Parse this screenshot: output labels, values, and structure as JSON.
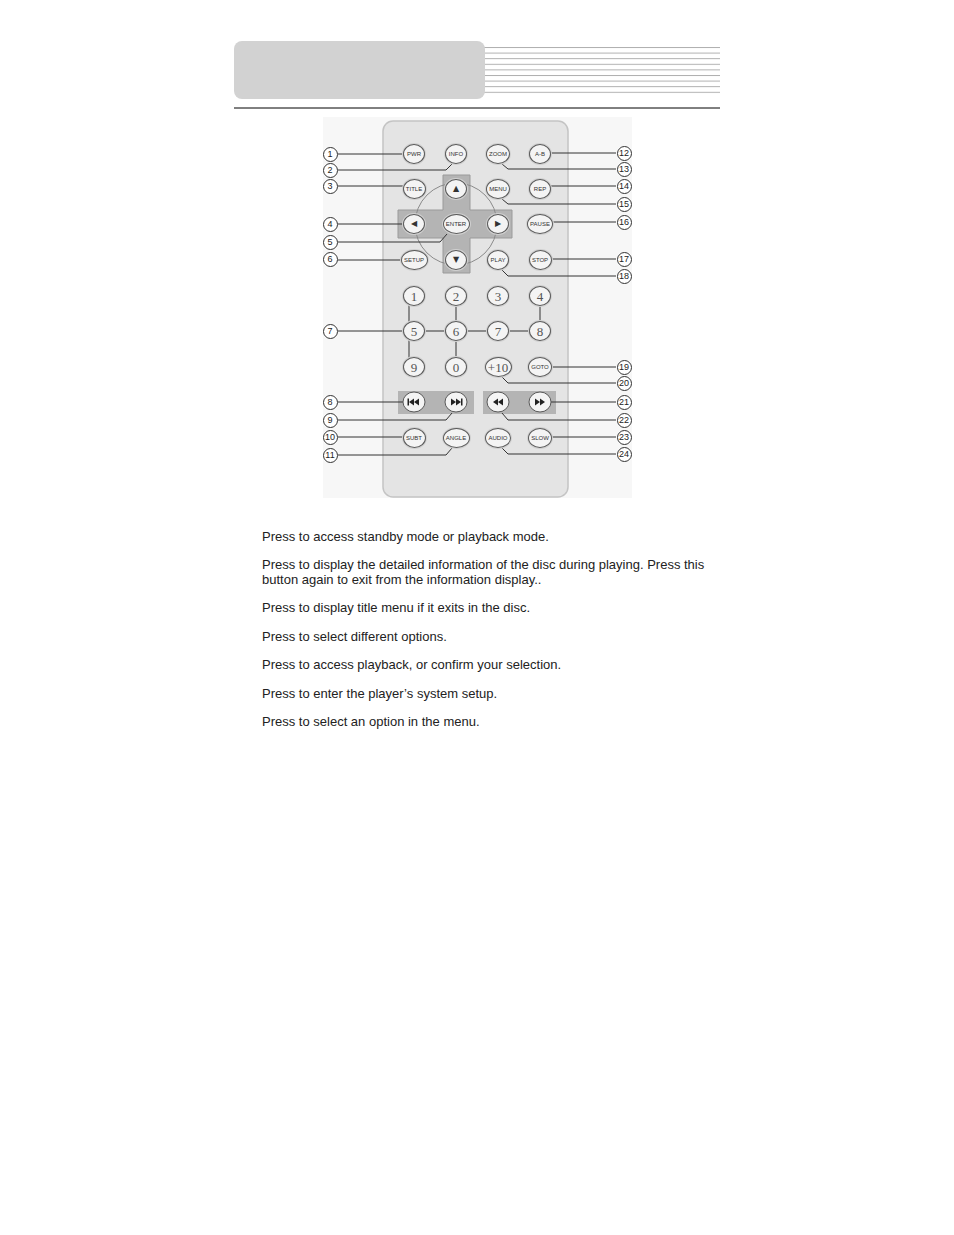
{
  "diagram": {
    "nodes": [
      {
        "text": [
          "PWR"
        ]
      },
      {
        "text": [
          "INFO"
        ]
      },
      {
        "text": [
          "ZOOM"
        ]
      },
      {
        "text": [
          "A-B"
        ]
      },
      {
        "text": [
          "TITLE"
        ]
      },
      {
        "text": [
          "▲"
        ]
      },
      {
        "text": [
          "MENU"
        ]
      },
      {
        "text": [
          "REP"
        ]
      },
      {
        "text": [
          "◀"
        ]
      },
      {
        "text": [
          "ENTER"
        ]
      },
      {
        "text": [
          "▶"
        ]
      },
      {
        "text": [
          "PAUSE"
        ]
      },
      {
        "text": [
          "SETUP"
        ]
      },
      {
        "text": [
          "▼"
        ]
      },
      {
        "text": [
          "PLAY"
        ]
      },
      {
        "text": [
          "STOP"
        ]
      },
      {
        "text": [
          "1"
        ]
      },
      {
        "text": [
          "2"
        ]
      },
      {
        "text": [
          "3"
        ]
      },
      {
        "text": [
          "4"
        ]
      },
      {
        "text": [
          "5"
        ]
      },
      {
        "text": [
          "6"
        ]
      },
      {
        "text": [
          "7"
        ]
      },
      {
        "text": [
          "8"
        ]
      },
      {
        "text": [
          "9"
        ]
      },
      {
        "text": [
          "0"
        ]
      },
      {
        "text": [
          "+10"
        ]
      },
      {
        "text": [
          "GOTO"
        ]
      },
      {
        "text": [
          "SUBT"
        ]
      },
      {
        "text": [
          "ANGLE"
        ]
      },
      {
        "text": [
          "AUDIO"
        ]
      },
      {
        "text": [
          "SLOW"
        ]
      }
    ],
    "labels": [
      "1",
      "2",
      "3",
      "4",
      "5",
      "6",
      "7",
      "8",
      "9",
      "10",
      "11",
      "12",
      "13",
      "14",
      "15",
      "16",
      "17",
      "18",
      "19",
      "20",
      "21",
      "22",
      "23",
      "24",
      "Press to access standby mode or playback mode.",
      "Press to display the detailed information of the disc during playing. Press this button again to exit from the information display..",
      "Press to display title menu if it exits in the disc.",
      "Press to select different options.",
      "Press to access playback, or confirm your selection.",
      "Press to enter the player’s system setup.",
      "Press to select an option in the menu."
    ]
  }
}
